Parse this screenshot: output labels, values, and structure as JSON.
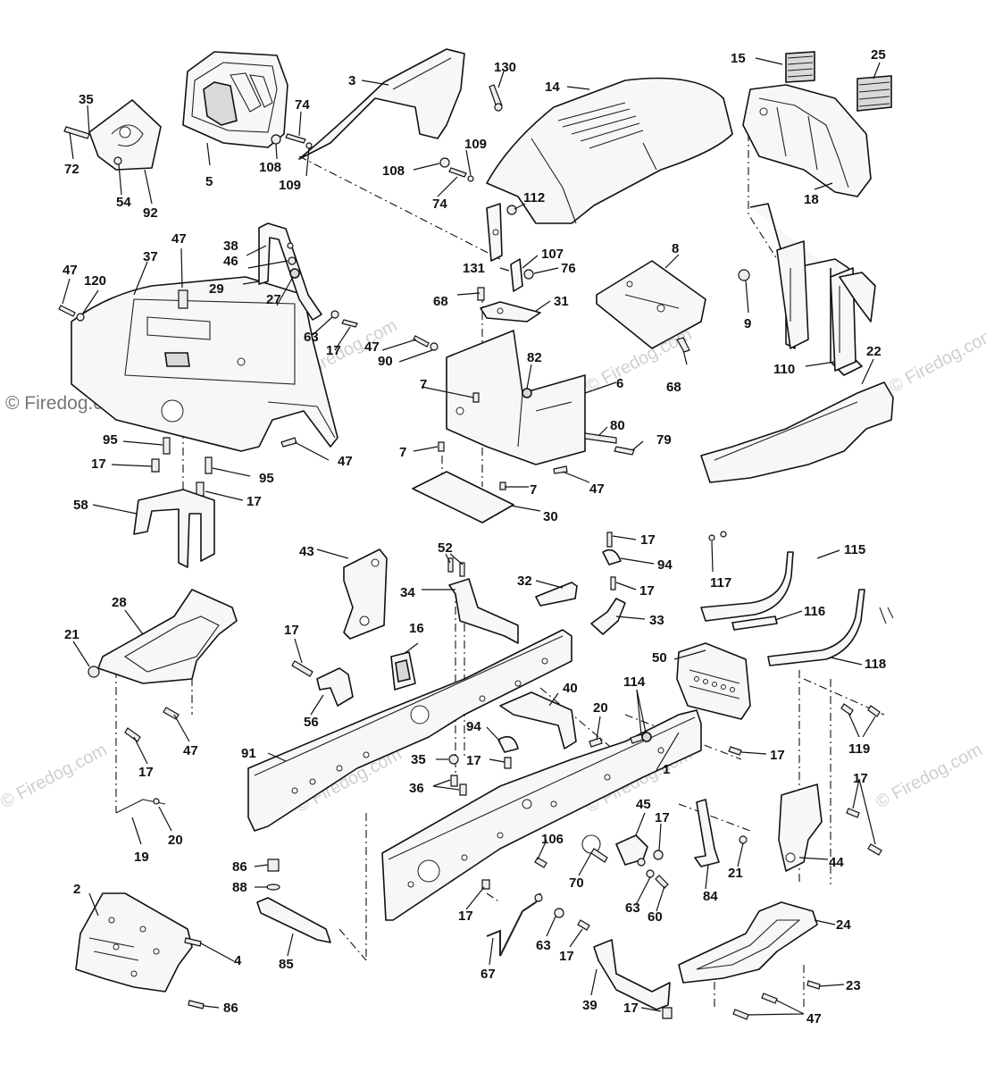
{
  "watermark": "© Firedog.com",
  "watermark_faint": "© Firedog.com",
  "callouts": {
    "c1": "1",
    "c2": "2",
    "c3": "3",
    "c4": "4",
    "c5": "5",
    "c6": "6",
    "c7a": "7",
    "c7b": "7",
    "c7c": "7",
    "c8": "8",
    "c9": "9",
    "c14": "14",
    "c15": "15",
    "c16": "16",
    "c17a": "17",
    "c17b": "17",
    "c17c": "17",
    "c17d": "17",
    "c17e": "17",
    "c17f": "17",
    "c17g": "17",
    "c17h": "17",
    "c17i": "17",
    "c17j": "17",
    "c17k": "17",
    "c17l": "17",
    "c17m": "17",
    "c18": "18",
    "c19": "19",
    "c20a": "20",
    "c20b": "20",
    "c21a": "21",
    "c21b": "21",
    "c22": "22",
    "c23": "23",
    "c24": "24",
    "c25": "25",
    "c27": "27",
    "c28": "28",
    "c29": "29",
    "c30": "30",
    "c31": "31",
    "c32": "32",
    "c33": "33",
    "c34": "34",
    "c35a": "35",
    "c35b": "35",
    "c36": "36",
    "c37": "37",
    "c38": "38",
    "c39": "39",
    "c40": "40",
    "c43": "43",
    "c44": "44",
    "c45": "45",
    "c46": "46",
    "c47a": "47",
    "c47b": "47",
    "c47c": "47",
    "c47d": "47",
    "c47e": "47",
    "c47f": "47",
    "c47g": "47",
    "c50": "50",
    "c52": "52",
    "c54": "54",
    "c56": "56",
    "c58": "58",
    "c60": "60",
    "c63a": "63",
    "c63b": "63",
    "c63c": "63",
    "c67": "67",
    "c68a": "68",
    "c68b": "68",
    "c70": "70",
    "c72": "72",
    "c74a": "74",
    "c74b": "74",
    "c76": "76",
    "c79": "79",
    "c80": "80",
    "c82": "82",
    "c84": "84",
    "c85": "85",
    "c86a": "86",
    "c86b": "86",
    "c88": "88",
    "c90": "90",
    "c91": "91",
    "c92": "92",
    "c94a": "94",
    "c94b": "94",
    "c95a": "95",
    "c95b": "95",
    "c106": "106",
    "c107": "107",
    "c108a": "108",
    "c108b": "108",
    "c109a": "109",
    "c109b": "109",
    "c110": "110",
    "c112": "112",
    "c114": "114",
    "c115": "115",
    "c116": "116",
    "c117": "117",
    "c118": "118",
    "c119": "119",
    "c120": "120",
    "c130": "130",
    "c131": "131"
  }
}
